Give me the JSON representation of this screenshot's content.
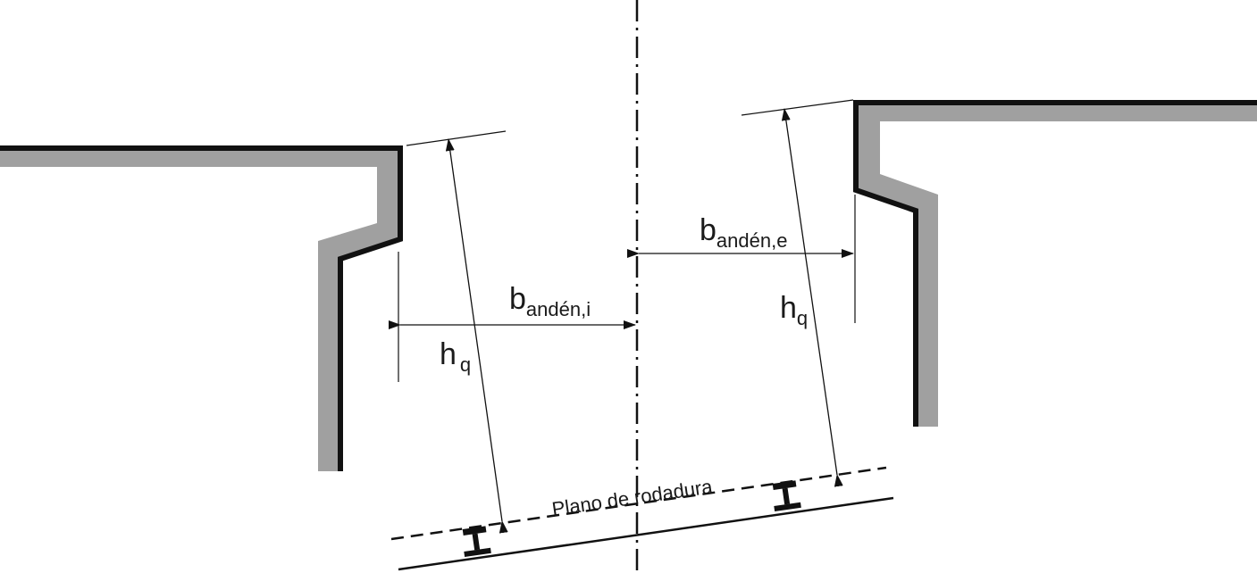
{
  "labels": {
    "b_left_main": "b",
    "b_left_sub": "andén,i",
    "b_right_main": "b",
    "b_right_sub": "andén,e",
    "h_left_main": "h",
    "h_left_sub": "q",
    "h_right_main": "h",
    "h_right_sub": "q",
    "plane": "Plano de rodadura"
  },
  "colors": {
    "structure_fill": "#a0a0a0",
    "structure_edge": "#111111",
    "line": "#111111"
  }
}
